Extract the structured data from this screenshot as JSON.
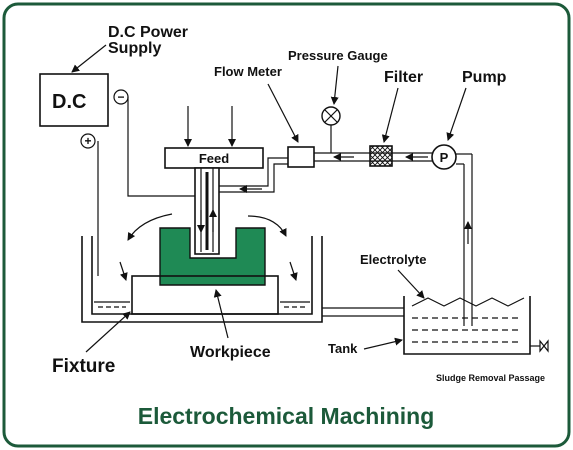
{
  "title": "Electrochemical Machining",
  "labels": {
    "power_supply": [
      "D.C Power",
      "Supply"
    ],
    "dc_box": "D.C",
    "minus": "−",
    "plus": "+",
    "pressure_gauge": "Pressure Gauge",
    "flow_meter": "Flow Meter",
    "filter": "Filter",
    "pump": "Pump",
    "pump_symbol": "P",
    "feed": "Feed",
    "electrolyte": "Electrolyte",
    "tank": "Tank",
    "fixture": "Fixture",
    "workpiece": "Workpiece",
    "sludge": "Sludge Removal Passage"
  },
  "colors": {
    "frame": "#1c5a3a",
    "workpiece": "#1f8a55",
    "title": "#1c5a3a",
    "line": "#111111"
  }
}
